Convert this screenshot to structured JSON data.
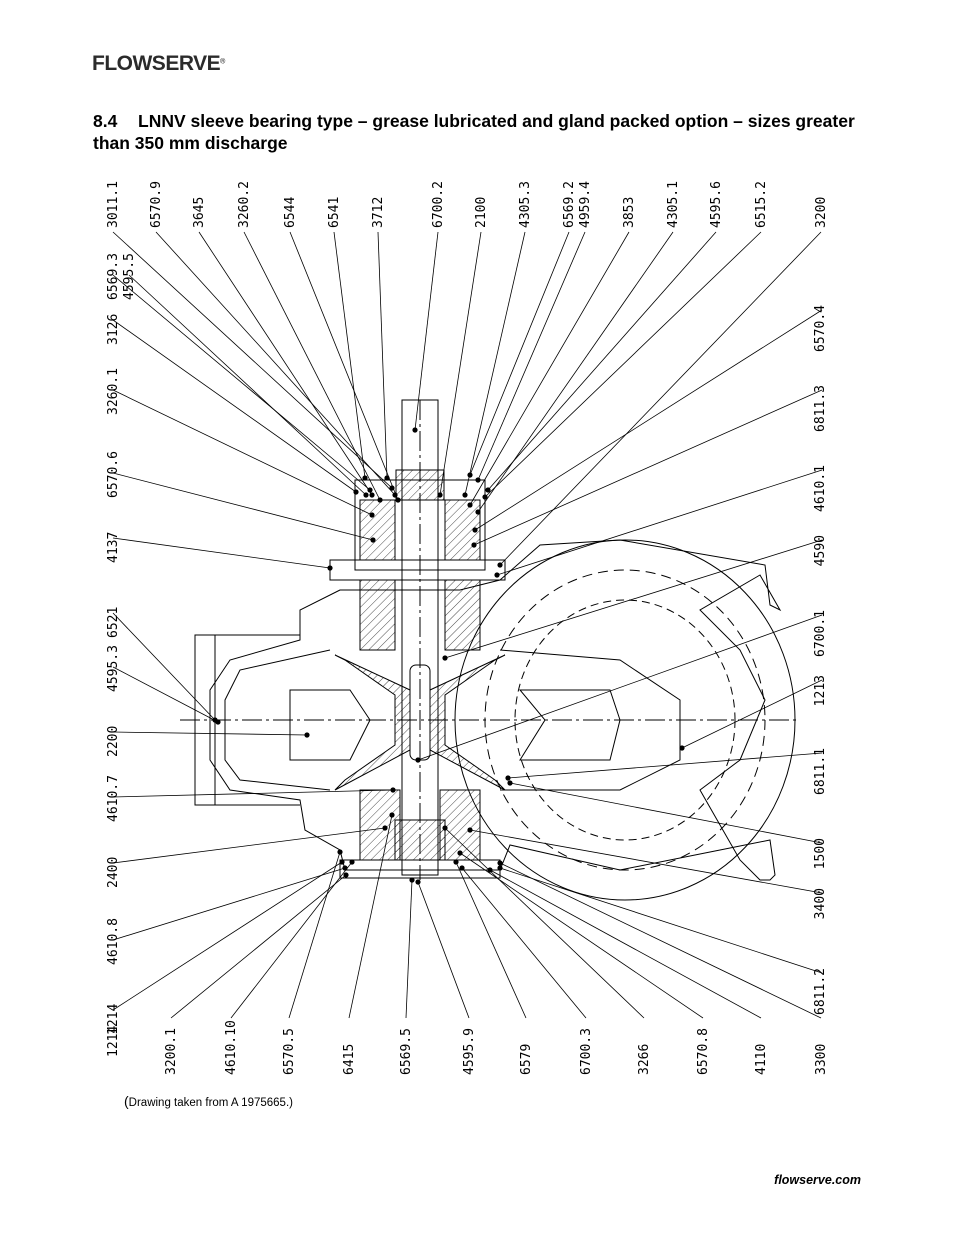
{
  "logo": {
    "text": "FLOWSERVE",
    "mark": "®"
  },
  "heading": {
    "number": "8.4",
    "text": "LNNV sleeve bearing type – grease lubricated and gland packed option – sizes greater than 350 mm discharge"
  },
  "labels": {
    "top": [
      "3011.1",
      "6570.9",
      "3645",
      "3260.2",
      "6544",
      "6541",
      "3712",
      "6700.2",
      "2100",
      "4305.3",
      "6569.2",
      "4959.4",
      "3853",
      "4305.1",
      "4595.6",
      "6515.2",
      "3200"
    ],
    "left": [
      "6569.3",
      "4595.5",
      "3126",
      "3260.1",
      "6570.6",
      "4137",
      "6521",
      "4595.3",
      "2200",
      "4610.7",
      "2400",
      "4610.8",
      "1214"
    ],
    "right": [
      "6570.4",
      "6811.3",
      "4610.1",
      "4590",
      "6700.1",
      "1213",
      "6811.1",
      "1500",
      "3400",
      "6811.2"
    ],
    "bottom": [
      "3200.1",
      "4610.10",
      "6570.5",
      "6415",
      "6569.5",
      "4595.9",
      "6579",
      "6700.3",
      "3266",
      "6570.8",
      "4110",
      "3300"
    ]
  },
  "caption": {
    "open": "(",
    "text": "Drawing taken from A 1975665.)"
  },
  "footer": {
    "url": "flowserve.com"
  }
}
